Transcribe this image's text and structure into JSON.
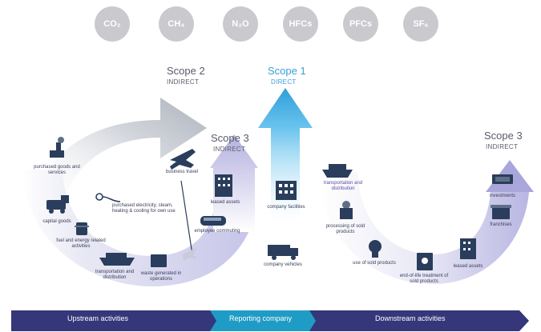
{
  "gases": [
    "CO₂",
    "CH₄",
    "N₂O",
    "HFCs",
    "PFCs",
    "SF₆"
  ],
  "scopes": {
    "scope2": {
      "title": "Scope 2",
      "subtitle": "INDIRECT"
    },
    "scope1": {
      "title": "Scope 1",
      "subtitle": "DIRECT"
    },
    "scope3_upstream": {
      "title": "Scope 3",
      "subtitle": "INDIRECT"
    },
    "scope3_downstream": {
      "title": "Scope 3",
      "subtitle": "INDIRECT"
    }
  },
  "upstream_labels": {
    "purchased_goods": "purchased goods and services",
    "capital_goods": "capital goods",
    "fuel_energy": "fuel and energy related activities",
    "transport_upstream": "transportation and distribution",
    "waste": "waste generated in operations",
    "business_travel": "business travel",
    "electricity": "purchased electricity, steam, heating & cooling for own use",
    "leased_assets_up": "leased assets",
    "employee_commuting": "employee commuting"
  },
  "company_labels": {
    "facilities": "company facilities",
    "vehicles": "company vehicles"
  },
  "downstream_labels": {
    "transport_downstream": "transportation and distribution",
    "processing": "processing of sold products",
    "use_of_sold": "use of sold products",
    "end_of_life": "end-of-life treatment of sold products",
    "leased_assets_down": "leased assets",
    "investments": "investments",
    "franchises": "franchises"
  },
  "bar": {
    "upstream": "Upstream activities",
    "reporting": "Reporting company",
    "downstream": "Downstream activities"
  },
  "colors": {
    "navy": "#35377a",
    "teal": "#1f9cc6",
    "scope2_grey": "#c7cbd2",
    "scope1_blue": "#47b4e6",
    "scope3_lavender": "#aaa8d8",
    "icon_dark": "#2a3d5c",
    "gas_grey": "#c9c9ce"
  }
}
